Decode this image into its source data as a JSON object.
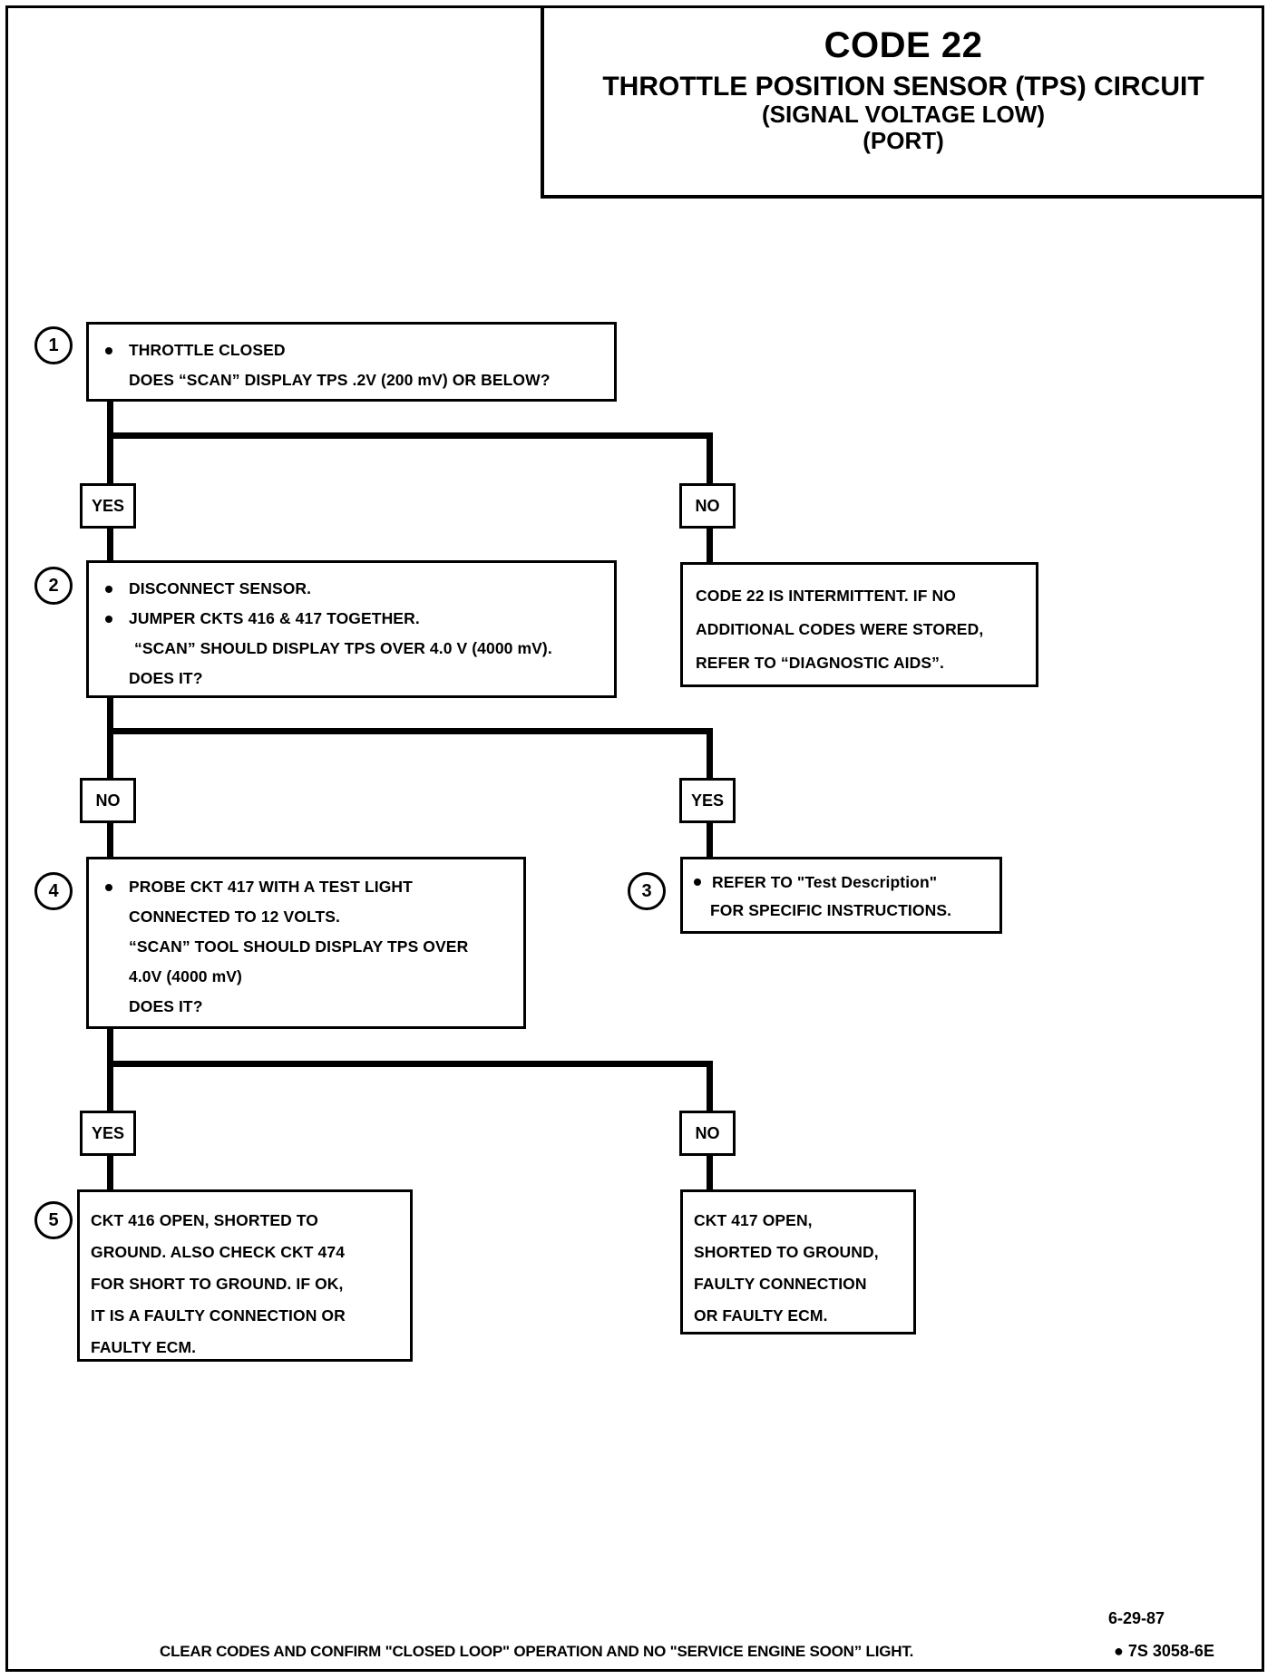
{
  "header": {
    "code": "CODE 22",
    "title": "THROTTLE POSITION SENSOR (TPS) CIRCUIT",
    "subtitle": "(SIGNAL VOLTAGE LOW)",
    "subtitle2": "(PORT)"
  },
  "steps": {
    "one": "1",
    "two": "2",
    "three": "3",
    "four": "4",
    "five": "5"
  },
  "box1": {
    "line1": "THROTTLE CLOSED",
    "line2": "DOES “SCAN” DISPLAY TPS .2V (200 mV) OR BELOW?"
  },
  "box2": {
    "line1": "DISCONNECT SENSOR.",
    "line2": "JUMPER CKTS 416 & 417 TOGETHER.",
    "line3": "“SCAN” SHOULD DISPLAY TPS OVER  4.0 V (4000 mV).",
    "line4": "DOES IT?"
  },
  "box_intermittent": {
    "line1": "CODE 22 IS INTERMITTENT.  IF NO",
    "line2": "ADDITIONAL CODES WERE STORED,",
    "line3": "REFER TO  “DIAGNOSTIC AIDS”."
  },
  "box4": {
    "line1": "PROBE CKT 417 WITH A TEST LIGHT",
    "line2": "CONNECTED TO 12 VOLTS.",
    "line3": "“SCAN” TOOL SHOULD DISPLAY TPS OVER",
    "line4": "4.0V (4000 mV)",
    "line5": "DOES IT?"
  },
  "box3": {
    "line1": "REFER TO \"Test Description\"",
    "line2": "FOR  SPECIFIC  INSTRUCTIONS."
  },
  "box5": {
    "line1": "CKT 416 OPEN, SHORTED TO",
    "line2": "GROUND.  ALSO CHECK CKT 474",
    "line3": "FOR SHORT TO GROUND.  IF OK,",
    "line4": "IT IS A FAULTY CONNECTION OR",
    "line5": "FAULTY ECM."
  },
  "box6": {
    "line1": "CKT 417 OPEN,",
    "line2": "SHORTED TO GROUND,",
    "line3": "FAULTY CONNECTION",
    "line4": "OR FAULTY ECM."
  },
  "branches": {
    "yes1": "YES",
    "no1": "NO",
    "no2": "NO",
    "yes2": "YES",
    "yes3": "YES",
    "no3": "NO"
  },
  "footer": {
    "note": "CLEAR CODES AND CONFIRM \"CLOSED LOOP\"  OPERATION AND NO \"SERVICE ENGINE SOON” LIGHT.",
    "date": "6-29-87",
    "reference": "● 7S 3058-6E"
  }
}
